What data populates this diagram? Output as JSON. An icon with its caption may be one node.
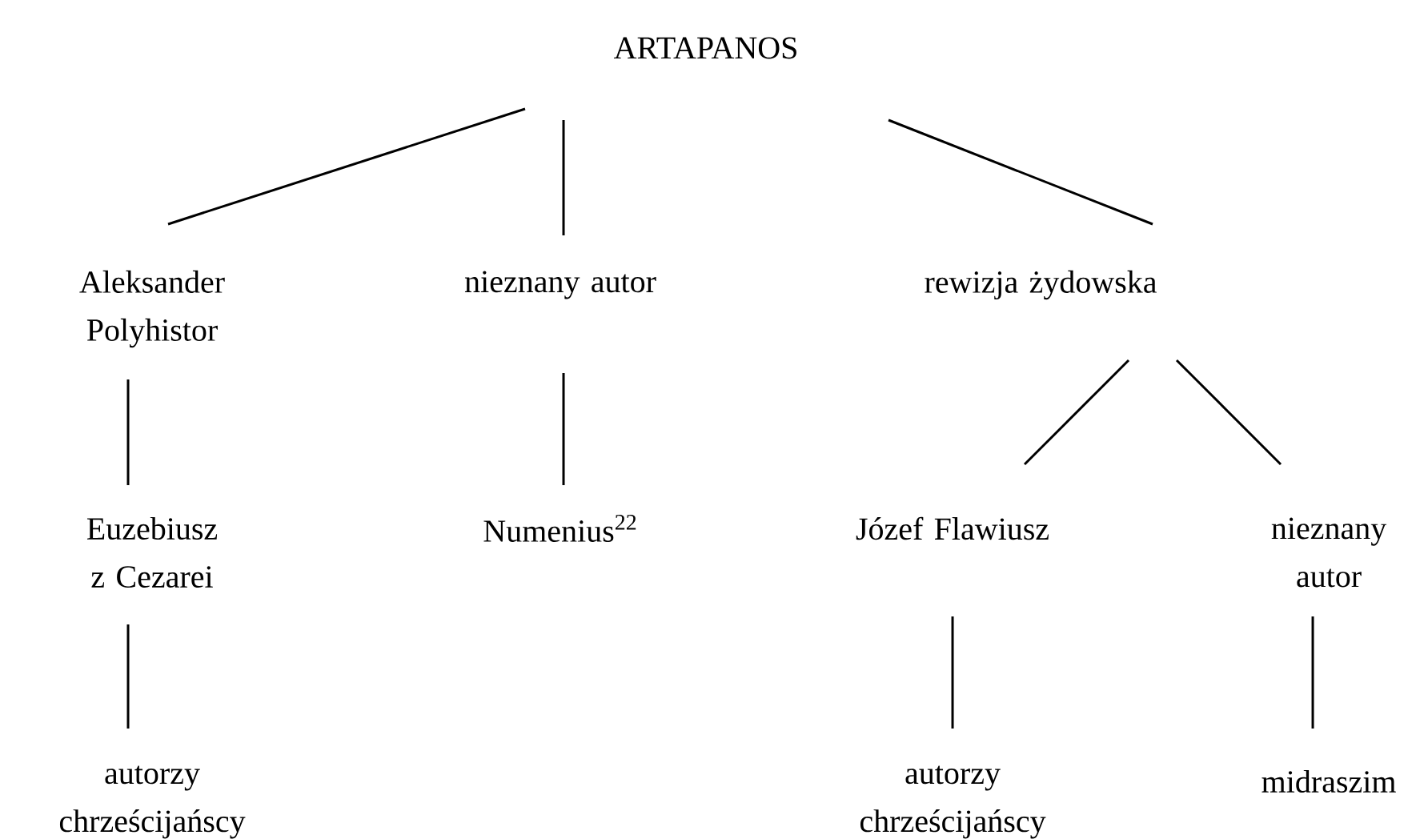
{
  "diagram": {
    "nodes": [
      {
        "text": [
          "ARTAPANOS"
        ]
      },
      {
        "text": [
          "Aleksander Polyhistor"
        ]
      },
      {
        "text": [
          "nieznany autor"
        ]
      },
      {
        "text": [
          "rewizja żydowska"
        ]
      },
      {
        "text": [
          "Euzebiusz z Cezarei"
        ]
      },
      {
        "text": [
          "Numenius$^{22}$"
        ]
      },
      {
        "text": [
          "Józef Flawiusz"
        ]
      },
      {
        "text": [
          "nieznany autor"
        ]
      },
      {
        "text": [
          "autorzy chrześcijańscy"
        ]
      },
      {
        "text": [
          "autorzy chrześcijańscy"
        ]
      },
      {
        "text": [
          "midraszim"
        ]
      }
    ],
    "edges": [
      {
        "from": 0,
        "to": 1,
        "arrow": "none"
      },
      {
        "from": 0,
        "to": 2,
        "arrow": "none"
      },
      {
        "from": 0,
        "to": 3,
        "arrow": "none"
      },
      {
        "from": 1,
        "to": 4,
        "arrow": "none"
      },
      {
        "from": 2,
        "to": 5,
        "arrow": "none"
      },
      {
        "from": 3,
        "to": 6,
        "arrow": "none"
      },
      {
        "from": 3,
        "to": 7,
        "arrow": "none"
      },
      {
        "from": 4,
        "to": 8,
        "arrow": "none"
      },
      {
        "from": 6,
        "to": 9,
        "arrow": "none"
      },
      {
        "from": 7,
        "to": 10,
        "arrow": "none"
      }
    ]
  }
}
